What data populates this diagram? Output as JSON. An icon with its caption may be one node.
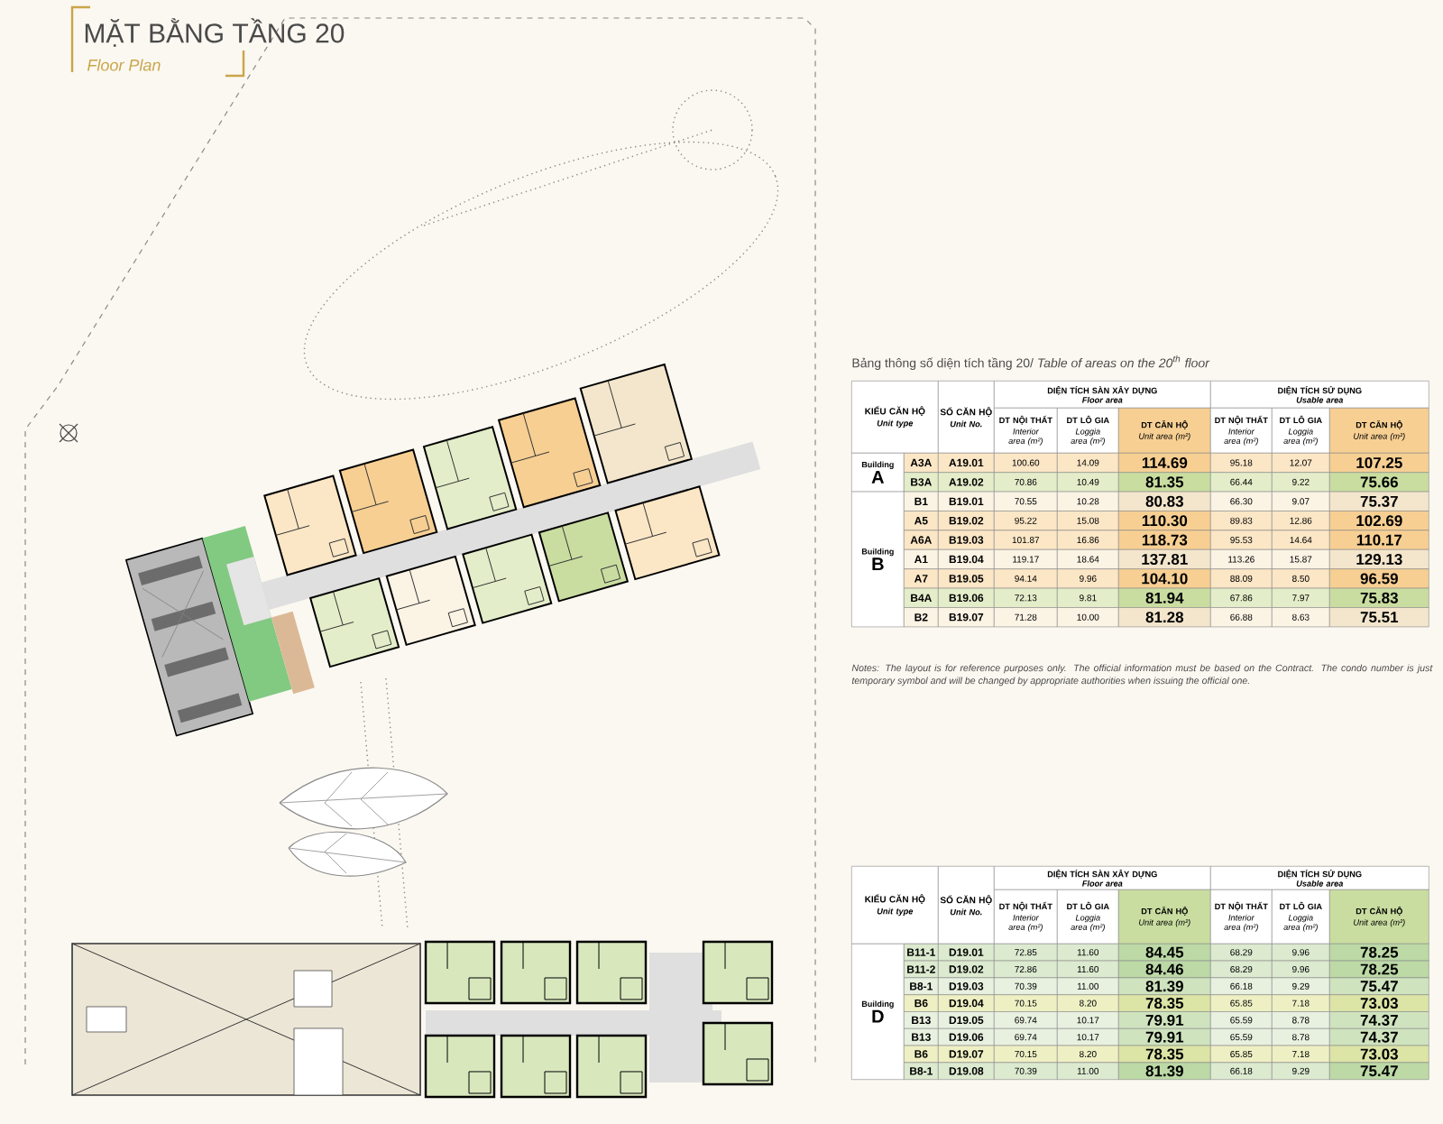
{
  "diagram": {
    "title": "MẶT BẰNG TẦNG 20",
    "labels": [
      "Floor Plan",
      "Bảng thông số diện tích tầng 20/ *Table of areas on the 20$^{th}$ floor*",
      "KIỂU CĂN HỘ",
      "Unit type",
      "SỐ CĂN HỘ",
      "Unit No.",
      "DIỆN TÍCH SÀN XÂY DỰNG",
      "Floor area",
      "DIỆN TÍCH SỬ DỤNG",
      "Usable area",
      "DT NỘI THẤT",
      "Interior area (m²)",
      "DT LÔ GIA",
      "Loggia area (m²)",
      "DT CĂN HỘ",
      "Unit area (m²)",
      "DT NỘI THẤT",
      "Interior area (m²)",
      "DT LÔ GIA",
      "Loggia area (m²)",
      "DT CĂN HỘ",
      "Unit area (m²)",
      "Building",
      "A",
      "A3A",
      "A19.01",
      "100.60",
      "14.09",
      "114.69",
      "95.18",
      "12.07",
      "107.25",
      "B3A",
      "A19.02",
      "70.86",
      "10.49",
      "81.35",
      "66.44",
      "9.22",
      "75.66",
      "Building",
      "B",
      "B1",
      "B19.01",
      "70.55",
      "10.28",
      "80.83",
      "66.30",
      "9.07",
      "75.37",
      "A5",
      "B19.02",
      "95.22",
      "15.08",
      "110.30",
      "89.83",
      "12.86",
      "102.69",
      "A6A",
      "B19.03",
      "101.87",
      "16.86",
      "118.73",
      "95.53",
      "14.64",
      "110.17",
      "A1",
      "B19.04",
      "119.17",
      "18.64",
      "137.81",
      "113.26",
      "15.87",
      "129.13",
      "A7",
      "B19.05",
      "94.14",
      "9.96",
      "104.10",
      "88.09",
      "8.50",
      "96.59",
      "B4A",
      "B19.06",
      "72.13",
      "9.81",
      "81.94",
      "67.86",
      "7.97",
      "75.83",
      "B2",
      "B19.07",
      "71.28",
      "10.00",
      "81.28",
      "66.88",
      "8.63",
      "75.51",
      "Notes: The layout is for reference purposes only. The official information must be based on the Contract. The condo number is just temporary symbol and will be changed by appropriate authorities when issuing the official one.",
      "KIỂU CĂN HỘ",
      "Unit type",
      "SỐ CĂN HỘ",
      "Unit No.",
      "DIỆN TÍCH SÀN XÂY DỰNG",
      "Floor area",
      "DIỆN TÍCH SỬ DỤNG",
      "Usable area",
      "DT NỘI THẤT",
      "Interior area (m²)",
      "DT LÔ GIA",
      "Loggia area (m²)",
      "DT CĂN HỘ",
      "Unit area (m²)",
      "DT NỘI THẤT",
      "Interior area (m²)",
      "DT LÔ GIA",
      "Loggia area (m²)",
      "DT CĂN HỘ",
      "Unit area (m²)",
      "Building",
      "D",
      "B11-1",
      "D19.01",
      "72.85",
      "11.60",
      "84.45",
      "68.29",
      "9.96",
      "78.25",
      "B11-2",
      "D19.02",
      "72.86",
      "11.60",
      "84.46",
      "68.29",
      "9.96",
      "78.25",
      "B8-1",
      "D19.03",
      "70.39",
      "11.00",
      "81.39",
      "66.18",
      "9.29",
      "75.47",
      "B6",
      "D19.04",
      "70.15",
      "8.20",
      "78.35",
      "65.85",
      "7.18",
      "73.03",
      "B13",
      "D19.05",
      "69.74",
      "10.17",
      "79.91",
      "65.59",
      "8.78",
      "74.37",
      "B13",
      "D19.06",
      "69.74",
      "10.17",
      "79.91",
      "65.59",
      "8.78",
      "74.37",
      "B6",
      "D19.07",
      "70.15",
      "8.20",
      "78.35",
      "65.85",
      "7.18",
      "73.03",
      "B8-1",
      "D19.08",
      "70.39",
      "11.00",
      "81.39",
      "66.18",
      "9.29",
      "75.47"
    ]
  }
}
